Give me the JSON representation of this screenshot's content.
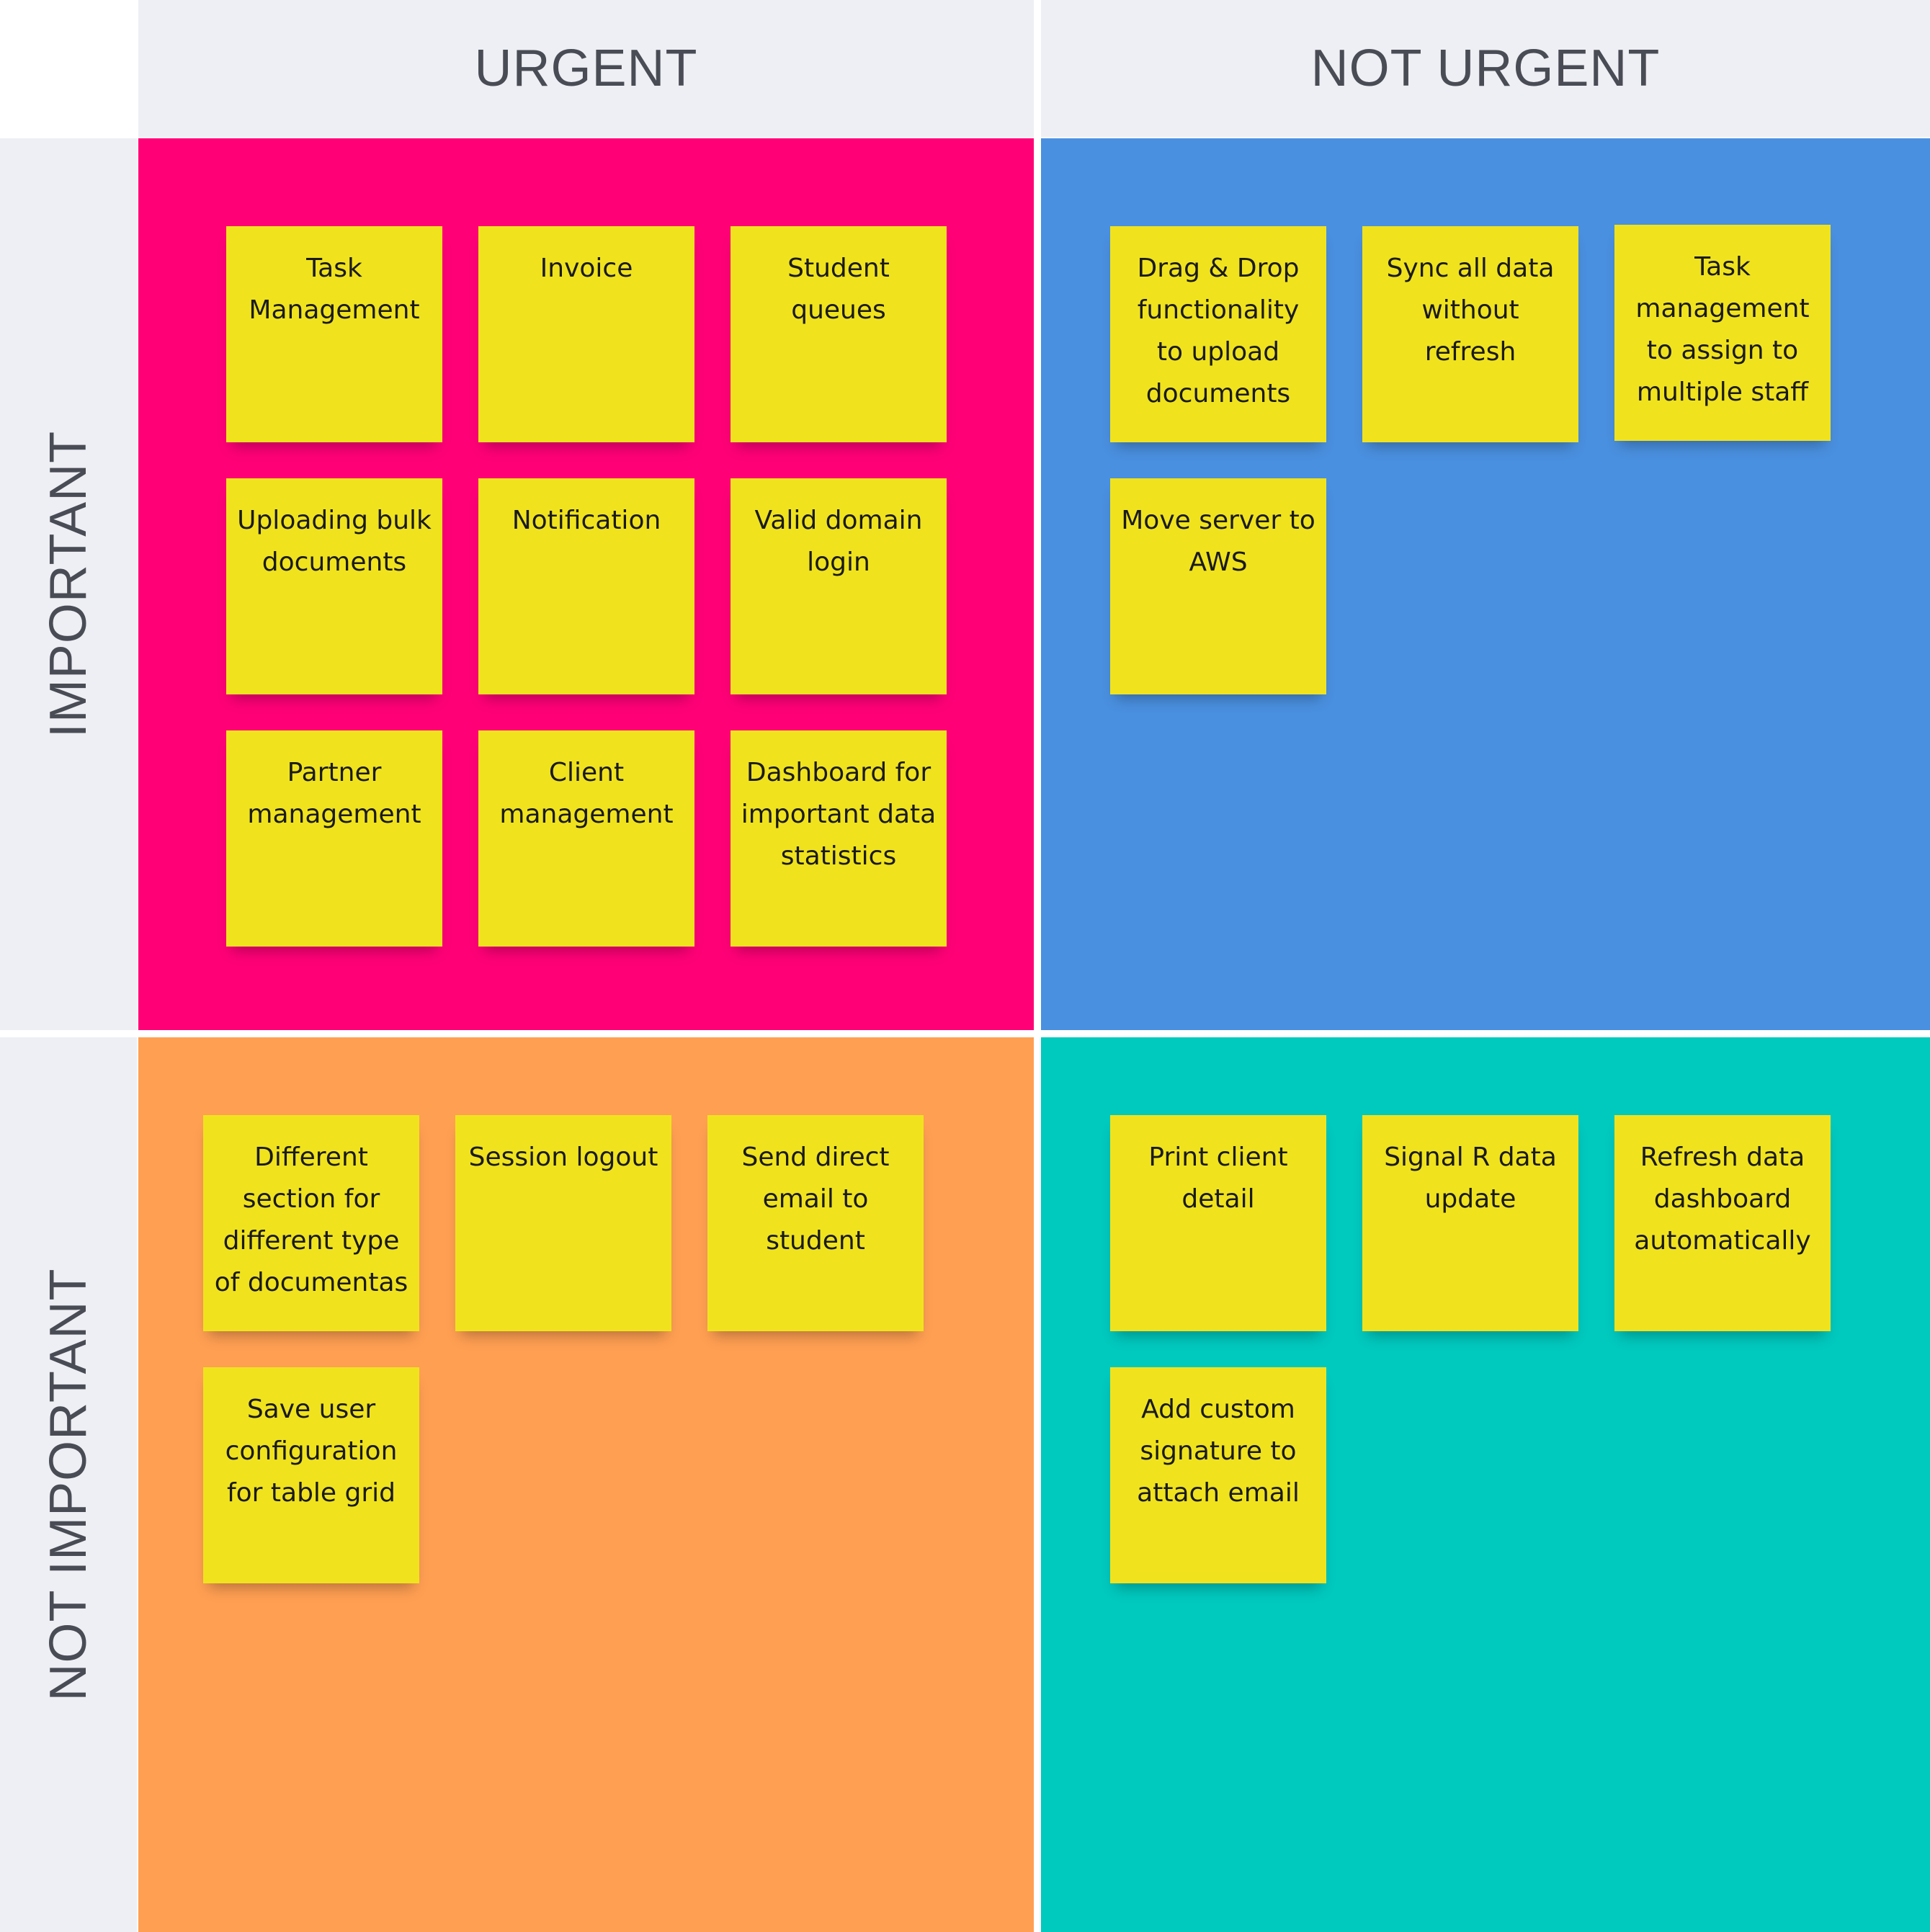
{
  "columns": {
    "urgent": "URGENT",
    "not_urgent": "NOT URGENT"
  },
  "rows": {
    "important": "IMPORTANT",
    "not_important": "NOT IMPORTANT"
  },
  "quadrant_colors": {
    "important_urgent": "#ff0077",
    "important_not_urgent": "#4a90e0",
    "not_important_urgent": "#ff9f52",
    "not_important_not_urgent": "#00c9be",
    "sticky_note": "#f0e31e"
  },
  "quadrants": {
    "important_urgent": {
      "notes": [
        "Task Management",
        "Invoice",
        "Student queues",
        "Uploading bulk documents",
        "Notification",
        "Valid domain login",
        "Partner management",
        "Client management",
        "Dashboard for important data statistics"
      ]
    },
    "important_not_urgent": {
      "notes": [
        "Drag & Drop functionality to upload documents",
        "Sync all data without refresh",
        "Task management to assign to multiple staff",
        "Move server to AWS"
      ]
    },
    "not_important_urgent": {
      "notes": [
        "Different section for different type of documentas",
        "Session logout",
        "Send direct email to student",
        "Save user configuration for table grid"
      ]
    },
    "not_important_not_urgent": {
      "notes": [
        "Print client detail",
        "Signal R data update",
        "Refresh data dashboard automatically",
        "Add custom signature to attach email"
      ]
    }
  }
}
